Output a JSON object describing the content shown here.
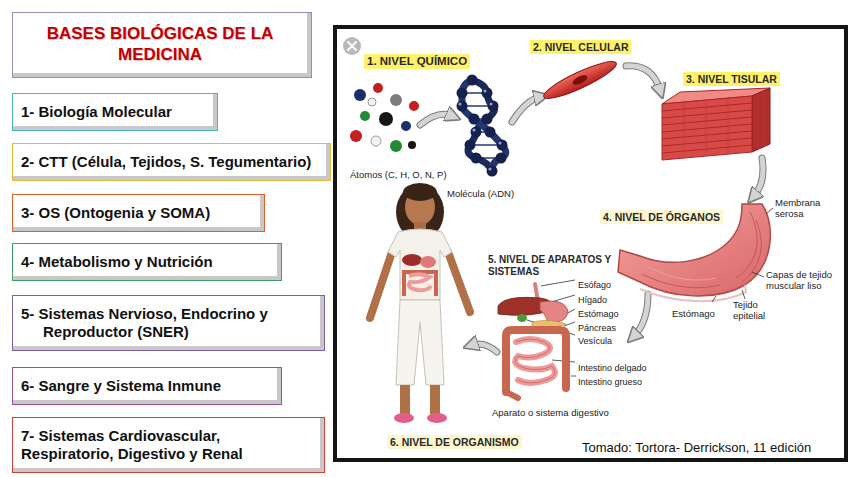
{
  "diagram": {
    "title": "BASES BIOLÓGICAS DE LA MEDICINA",
    "caption": "Tomado: Tortora- Derrickson, 11 edición",
    "nodes": [
      {
        "text": [
          "1- Biología Molecular"
        ]
      },
      {
        "text": [
          "2- CTT (Célula, Tejidos, S. Tegumentario)"
        ]
      },
      {
        "text": [
          "3- OS (Ontogenia y SOMA)"
        ]
      },
      {
        "text": [
          "4- Metabolismo y Nutrición"
        ]
      },
      {
        "text": [
          "5- Sistemas Nervioso, Endocrino y Reproductor (SNER)"
        ]
      },
      {
        "text": [
          "6- Sangre y Sistema Inmune"
        ]
      },
      {
        "text": [
          "7- Sistemas Cardiovascular, Respiratorio, Digestivo y Renal"
        ]
      }
    ],
    "labels": [
      "1. NIVEL QUÍMICO",
      "Átomos (C, H, O, N, P)",
      "Molécula (ADN)",
      "2. NIVEL CELULAR",
      "3. NIVEL TISULAR",
      "4. NIVEL DE ÓRGANOS",
      "Membrana serosa",
      "Capas de tejido muscular liso",
      "Estómago",
      "Tejido epitelial",
      "5. NIVEL DE APARATOS Y SISTEMAS",
      "Esófago",
      "Hígado",
      "Estómago",
      "Páncreas",
      "Vesícula",
      "Intestino delgado",
      "Intestino grueso",
      "Aparato o sistema digestivo",
      "6. NIVEL DE ORGANISMO"
    ]
  }
}
